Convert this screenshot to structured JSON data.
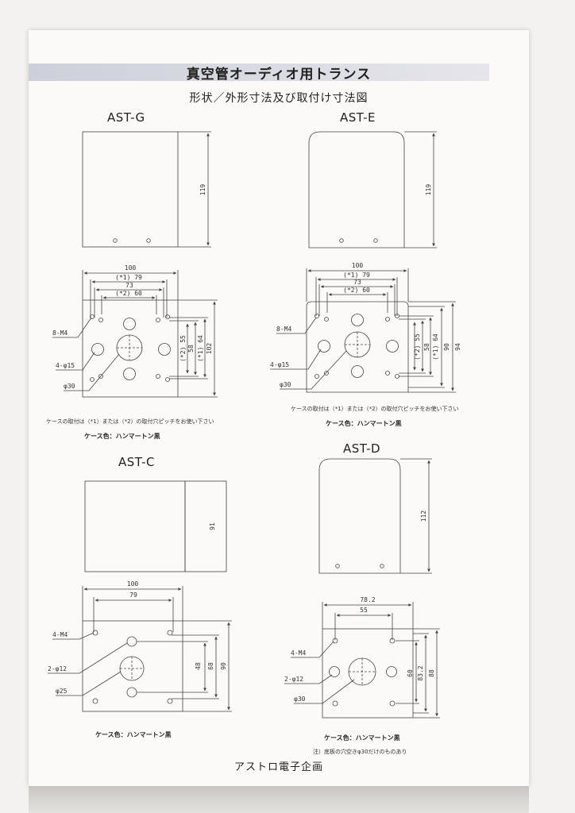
{
  "header": {
    "title": "真空管オーディオ用トランス",
    "subtitle": "形状／外形寸法及び取付け寸法図"
  },
  "models": {
    "g": "AST-G",
    "e": "AST-E",
    "c": "AST-C",
    "d": "AST-D"
  },
  "dims": {
    "g": {
      "height": "119",
      "width": "100",
      "pitch1": "(*1) 79",
      "w73": "73",
      "pitch2": "(*2) 60",
      "h102": "102",
      "h64": "(*1) 64",
      "h58": "58",
      "h55": "(*2) 55",
      "screws": "8-M4",
      "holes": "4-φ15",
      "center": "φ30"
    },
    "e": {
      "height": "119",
      "width": "100",
      "pitch1": "(*1) 79",
      "w73": "73",
      "pitch2": "(*2) 60",
      "h94": "94",
      "h90": "90",
      "h64": "(*1) 64",
      "h58": "58",
      "h55": "(*2) 55",
      "screws": "8-M4",
      "holes": "4-φ15",
      "center": "φ30"
    },
    "c": {
      "height": "91",
      "width": "100",
      "w79": "79",
      "h90": "90",
      "h68": "68",
      "h48": "48",
      "screws": "4-M4",
      "holes": "2-φ12",
      "center": "φ25"
    },
    "d": {
      "height": "112",
      "width": "78.2",
      "w55": "55",
      "h88": "88",
      "h83": "83.2",
      "h60": "60",
      "screws": "4-M4",
      "holes": "2-φ12",
      "center": "φ30"
    }
  },
  "notes": {
    "mount_note_g": "ケースの取付は（*1）または（*2）の取付穴ピッチをお使い下さい",
    "color_g": "ケース色：ハンマートン黒",
    "mount_note_e": "ケースの取付は（*1）または（*2）の取付穴ピッチをお使い下さい",
    "color_e": "ケース色：ハンマートン黒",
    "color_c": "ケース色：ハンマートン黒",
    "color_d": "ケース色：ハンマートン黒",
    "note_d": "注）底板の穴空きφ30だけのものあり"
  },
  "footer": {
    "company": "アストロ電子企画"
  }
}
